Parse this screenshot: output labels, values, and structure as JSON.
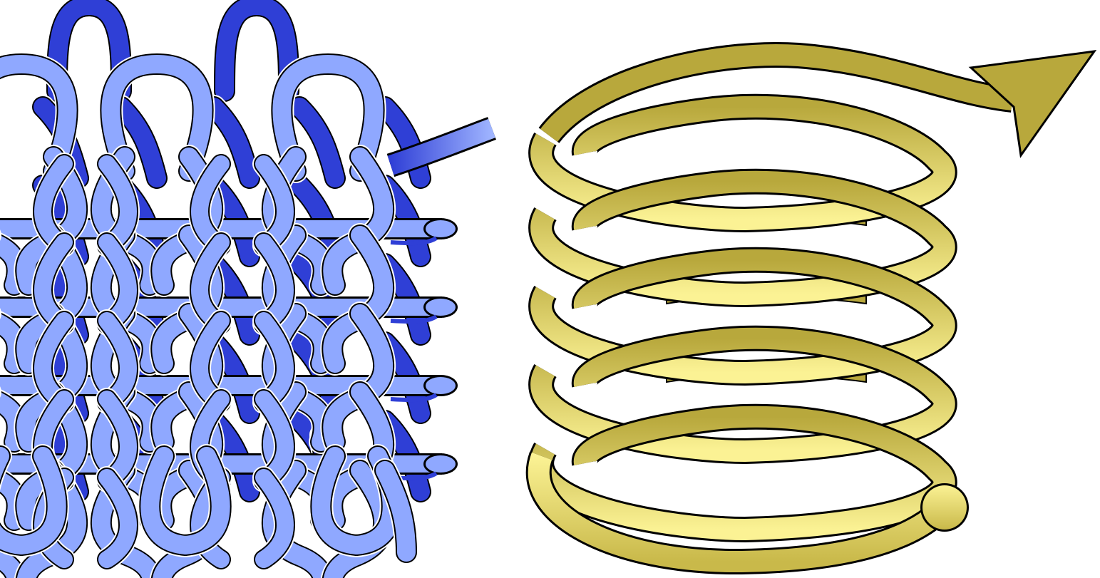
{
  "figure": {
    "panels": [
      {
        "id": "knit-fabric",
        "rows": 5,
        "columns": 5,
        "colors": {
          "front_yarn": "#8fa8ff",
          "back_yarn": "#2f3fd6",
          "outline": "#000000",
          "gap": "#ffffff"
        }
      },
      {
        "id": "helix",
        "turns": 5,
        "colors": {
          "light": "#fbf294",
          "dark": "#b8a83c",
          "outline": "#000000"
        },
        "end_markers": [
          "dot",
          "arrowhead"
        ]
      }
    ]
  }
}
